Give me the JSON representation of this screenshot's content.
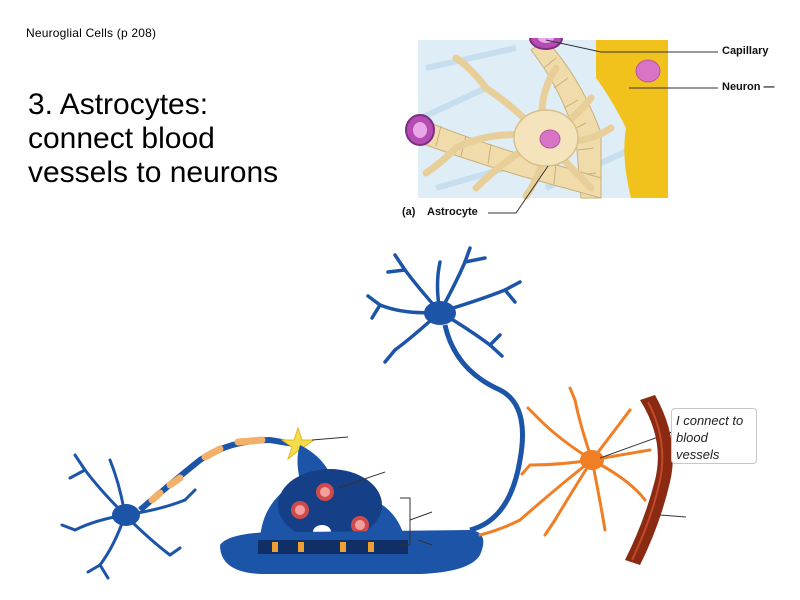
{
  "slide": {
    "small_title": "Neuroglial Cells  (p 208)",
    "main_title_lines": [
      "3. Astrocytes:",
      "connect blood",
      "vessels to neurons"
    ]
  },
  "figure_a": {
    "labels": {
      "capillary": "Capillary",
      "neuron": "Neuron —",
      "astrocyte_tag": "(a)",
      "astrocyte": "Astrocyte"
    }
  },
  "neuron_figure": {
    "callout_lines": [
      "I connect to",
      "blood",
      "vessels"
    ]
  },
  "colors": {
    "capillary_tube": "#f0dcaa",
    "capillary_mouth": "#b44cb4",
    "astrocyte_body": "#f5e3bc",
    "neuron_yellow": "#f2c21c",
    "nucleus_pink": "#d873c6",
    "neuron_blue": "#1c55a8",
    "astrocyte_orange": "#f07e24",
    "vessel_red": "#8a2a12",
    "star_yellow": "#f4dc4a"
  }
}
